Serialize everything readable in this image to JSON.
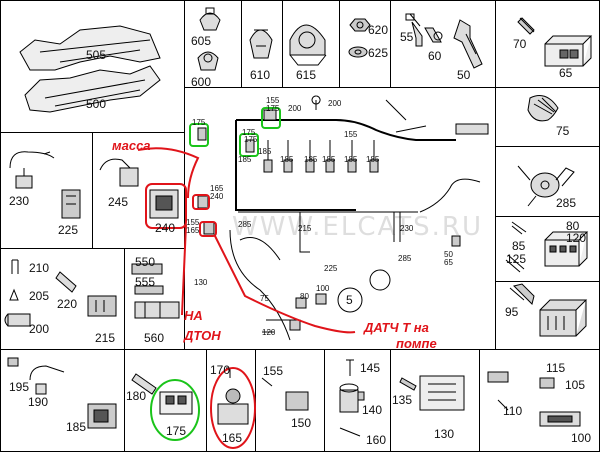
{
  "parts": {
    "p505": "505",
    "p500": "500",
    "p605": "605",
    "p600": "600",
    "p610": "610",
    "p615": "615",
    "p620": "620",
    "p625": "625",
    "p55": "55",
    "p60": "60",
    "p50": "50",
    "p70": "70",
    "p65": "65",
    "p75": "75",
    "p285": "285",
    "p80": "80",
    "p120": "120",
    "p85": "85",
    "p125": "125",
    "p95": "95",
    "p230": "230",
    "p225": "225",
    "p245": "245",
    "p240": "240",
    "p210": "210",
    "p205": "205",
    "p220": "220",
    "p215": "215",
    "p200": "200",
    "p550": "550",
    "p555": "555",
    "p560": "560",
    "p195": "195",
    "p190": "190",
    "p185": "185",
    "p180": "180",
    "p175": "175",
    "p170": "170",
    "p165": "165",
    "p155": "155",
    "p150": "150",
    "p145": "145",
    "p140": "140",
    "p160": "160",
    "p135": "135",
    "p130": "130",
    "p115": "115",
    "p105": "105",
    "p110": "110",
    "p100": "100"
  },
  "harness": {
    "l155": "155",
    "l175a": "175",
    "l200a": "200",
    "l200b": "200",
    "l175b": "175",
    "l155b": "155",
    "l175c": "175",
    "l185a": "185",
    "l185b": "185",
    "l185c": "185",
    "l185d": "185",
    "l185e": "185",
    "l185f": "185",
    "l185g": "185",
    "l175d": "175",
    "l165": "165",
    "l240": "240",
    "l155c": "155",
    "l165b": "165",
    "l285": "285",
    "l215": "215",
    "l225": "225",
    "l285b": "285",
    "l230": "230",
    "l50": "50",
    "l65": "65",
    "l130": "130",
    "l75": "75",
    "l80": "80",
    "l100": "100",
    "l120": "120",
    "l5": "5"
  },
  "annotations": {
    "massa": "масса",
    "na": "НА",
    "dtoh": "ДТОН",
    "datch": "ДАТЧ Т на",
    "pompe": "помпе"
  },
  "watermark": "WWW.ELCATS.RU"
}
